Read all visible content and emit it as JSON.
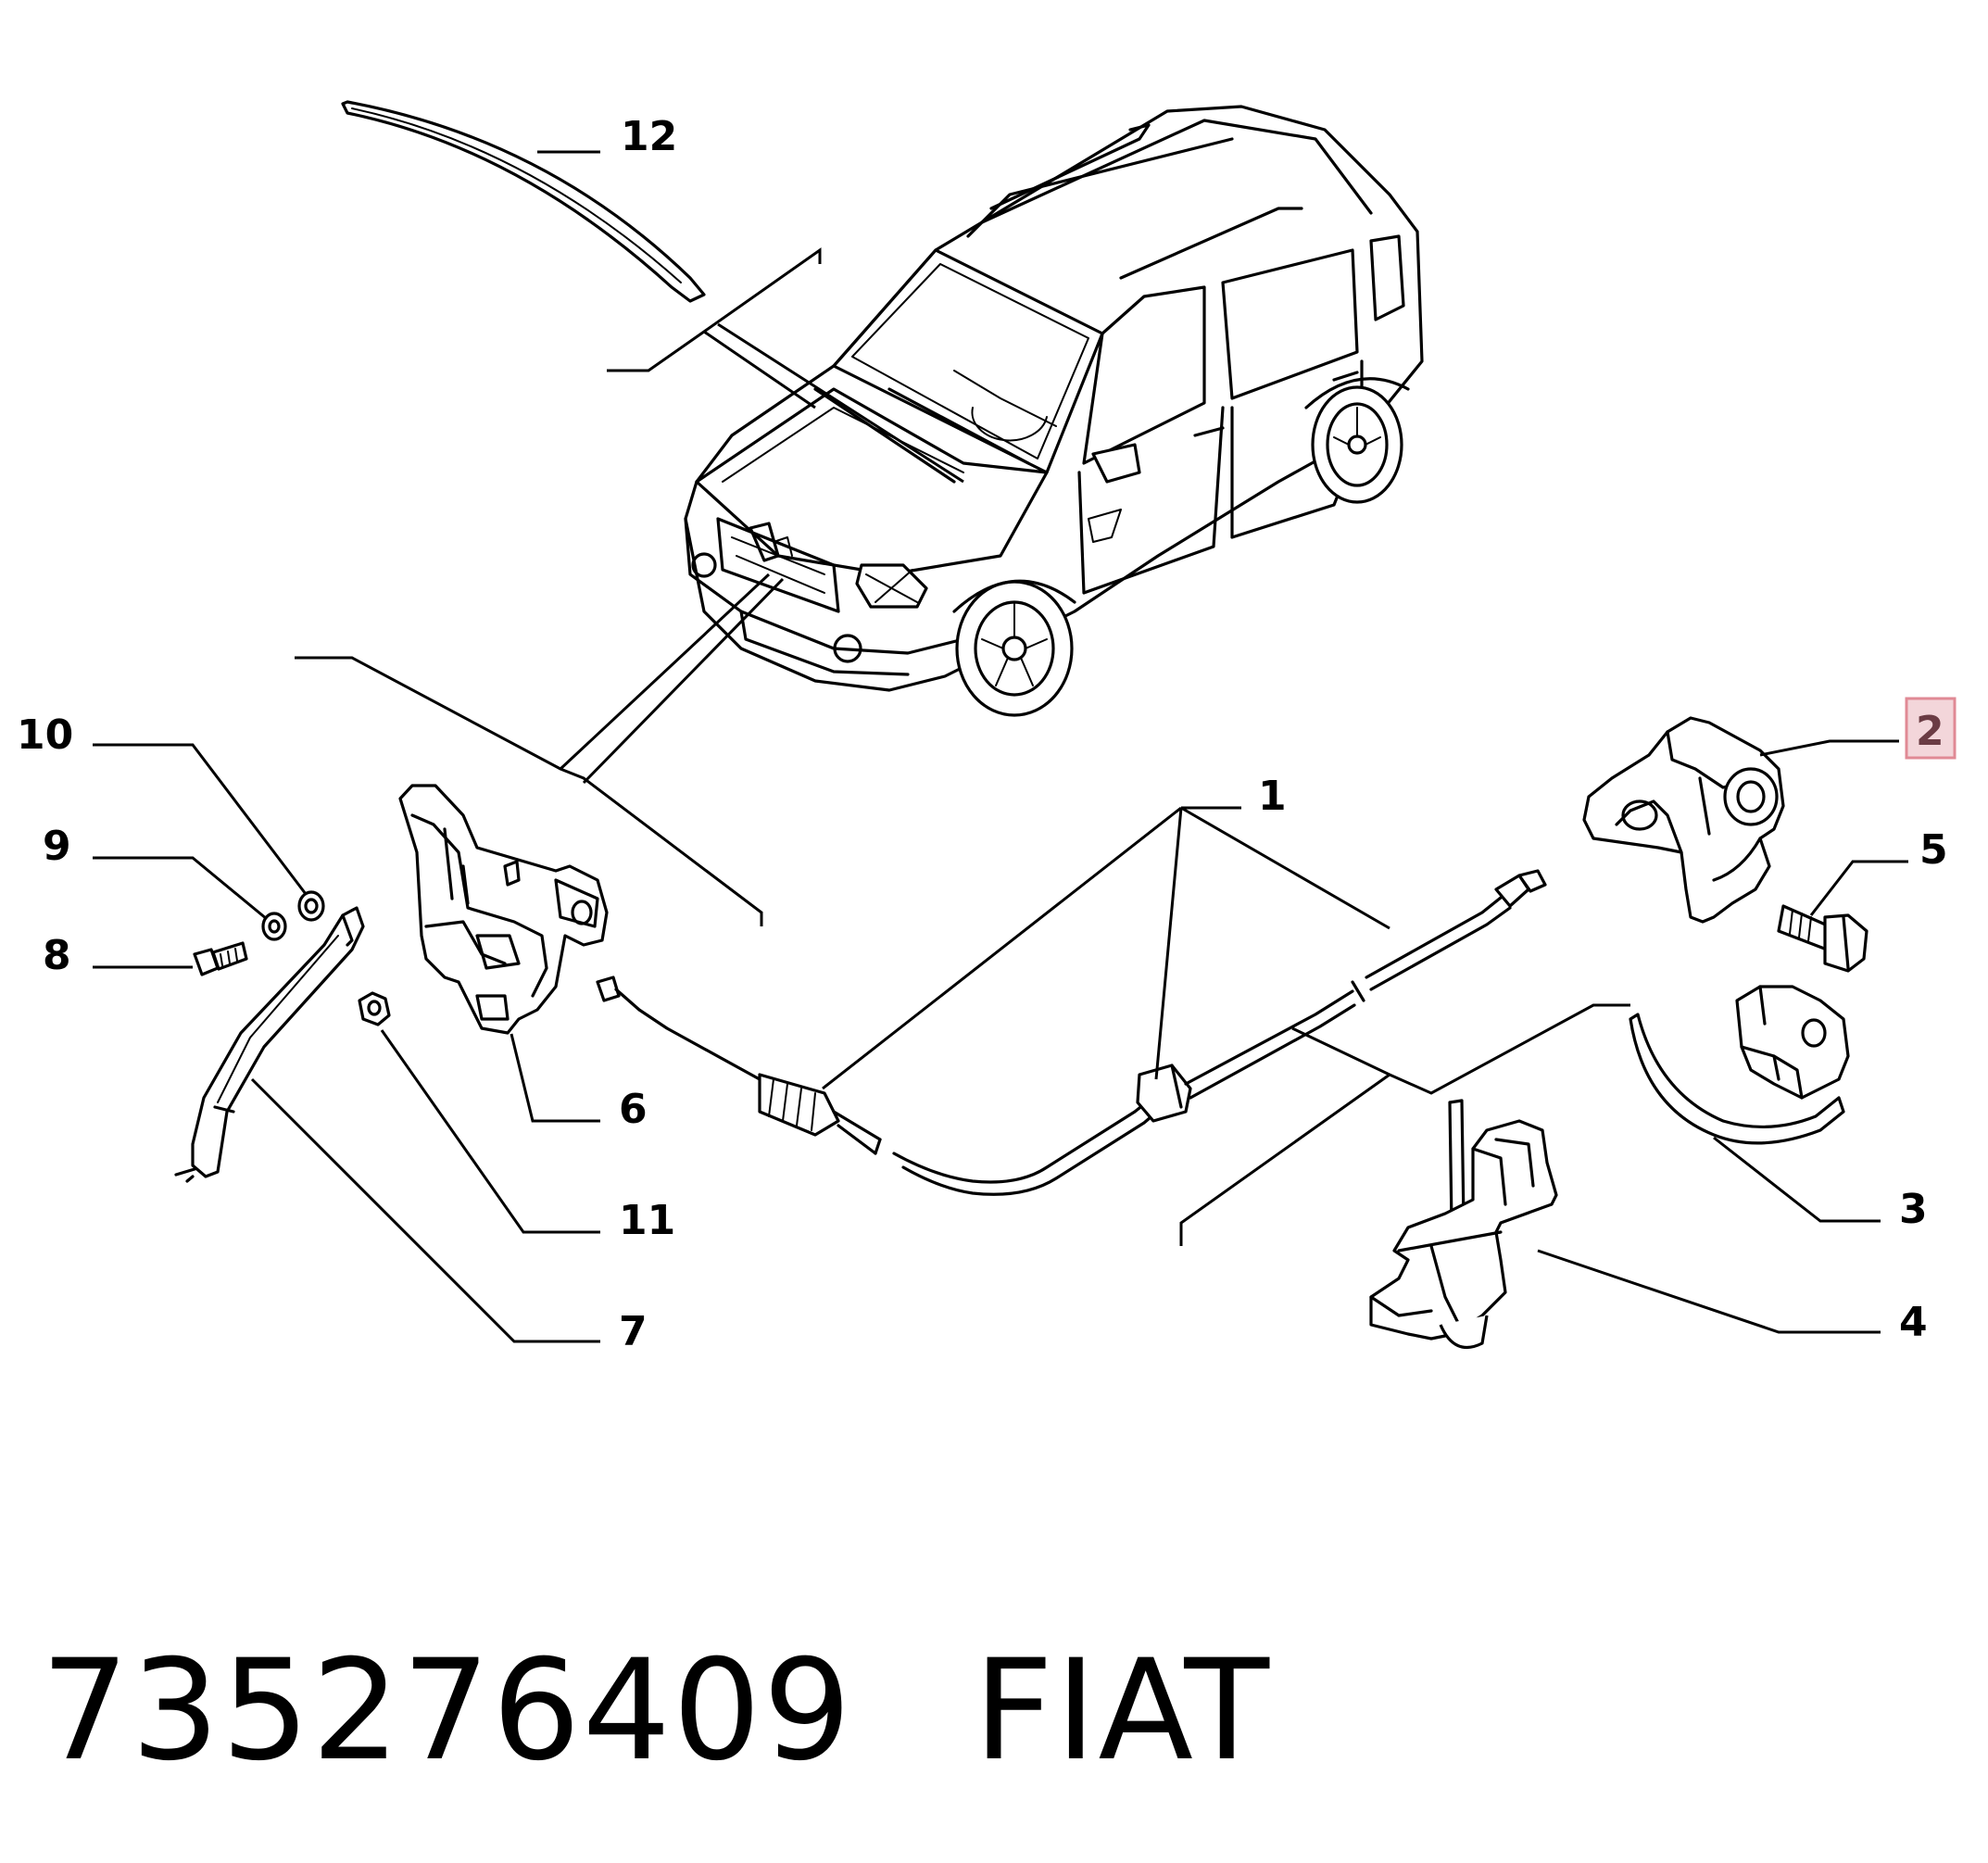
{
  "callouts": [
    {
      "id": "1",
      "label": "1"
    },
    {
      "id": "2",
      "label": "2",
      "highlighted": true
    },
    {
      "id": "3",
      "label": "3"
    },
    {
      "id": "4",
      "label": "4"
    },
    {
      "id": "5",
      "label": "5"
    },
    {
      "id": "6",
      "label": "6"
    },
    {
      "id": "7",
      "label": "7"
    },
    {
      "id": "8",
      "label": "8"
    },
    {
      "id": "9",
      "label": "9"
    },
    {
      "id": "10",
      "label": "10"
    },
    {
      "id": "11",
      "label": "11"
    },
    {
      "id": "12",
      "label": "12"
    }
  ],
  "caption": {
    "part_number": "735276409",
    "brand": "FIAT"
  },
  "colors": {
    "ink": "#000000",
    "highlight_fill": "#f3d6da",
    "highlight_border": "#e08a95"
  }
}
